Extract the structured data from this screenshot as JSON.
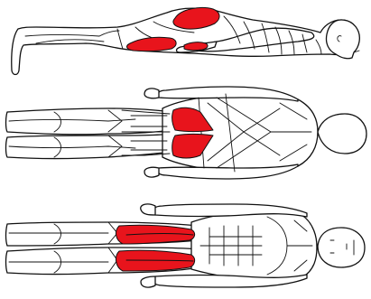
{
  "diagram": {
    "views": [
      "side",
      "back",
      "front"
    ],
    "highlighted_muscles": {
      "side": [
        "gluteus-maximus",
        "hamstrings"
      ],
      "back": [
        "gluteus-maximus-left",
        "gluteus-maximus-right"
      ],
      "front": [
        "quadriceps-left",
        "quadriceps-right"
      ]
    },
    "colors": {
      "highlight": "#e8141c",
      "outline": "#111111",
      "body": "#ffffff",
      "background": "#ffffff"
    }
  }
}
